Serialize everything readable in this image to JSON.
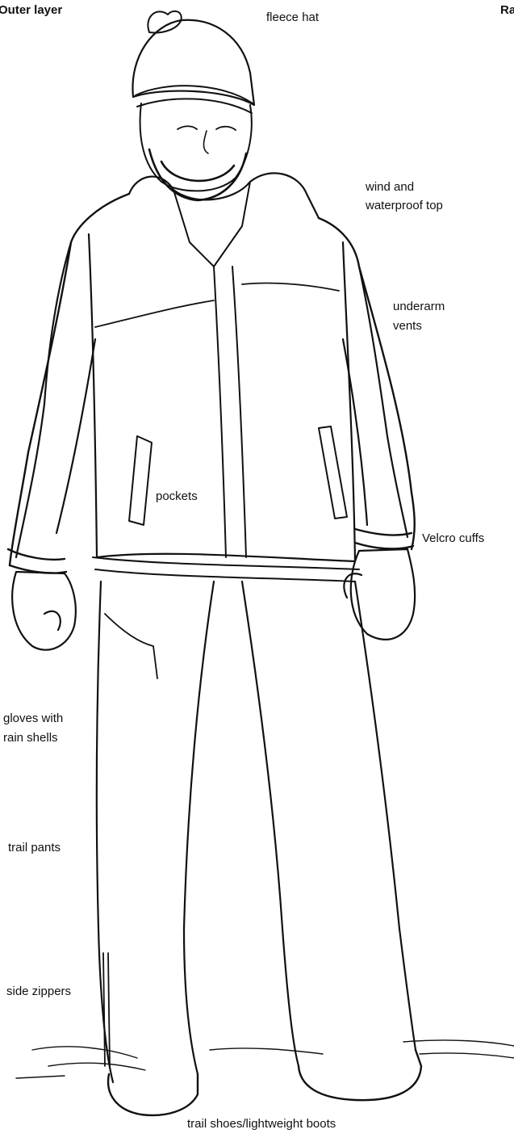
{
  "headings": {
    "left": "Outer layer",
    "right_cut": "Ra"
  },
  "labels": {
    "fleece_hat": "fleece hat",
    "wind_top_line1": "wind and",
    "wind_top_line2": "waterproof top",
    "underarm_line1": "underarm",
    "underarm_line2": "vents",
    "pockets": "pockets",
    "velcro": "Velcro cuffs",
    "gloves_line1": "gloves with",
    "gloves_line2": "rain shells",
    "trail_pants": "trail pants",
    "side_zippers": "side zippers",
    "trail_shoes": "trail shoes/lightweight boots"
  }
}
